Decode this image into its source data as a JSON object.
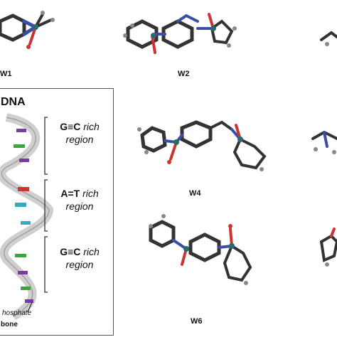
{
  "molecules": [
    {
      "id": "w1",
      "label": "W1"
    },
    {
      "id": "w2",
      "label": "W2"
    },
    {
      "id": "w4",
      "label": "W4"
    },
    {
      "id": "w6",
      "label": "W6"
    }
  ],
  "dna_panel": {
    "title": "DNA",
    "regions": [
      {
        "base": "G≡C",
        "text_rich": "rich",
        "text_region": "region"
      },
      {
        "base": "A=T",
        "text_rich": "rich",
        "text_region": "region"
      },
      {
        "base": "G≡C",
        "text_rich": "rich",
        "text_region": "region"
      }
    ],
    "phosphate_label": "hosphate",
    "backbone_label": "bone"
  }
}
